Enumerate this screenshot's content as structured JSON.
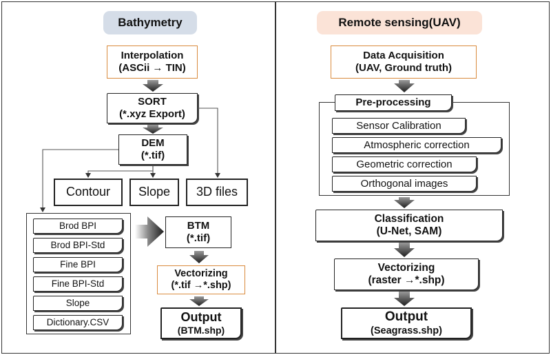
{
  "left": {
    "header": "Bathymetry",
    "interpolation": {
      "title": "Interpolation",
      "sub": "(ASCii → TIN)"
    },
    "sort": {
      "title": "SORT",
      "sub": "(*.xyz Export)"
    },
    "dem": {
      "title": "DEM",
      "sub": "(*.tif)"
    },
    "contour": "Contour",
    "slope": "Slope",
    "files3d": "3D files",
    "bpi_items": [
      "Brod BPI",
      "Brod BPI-Std",
      "Fine BPI",
      "Fine BPI-Std",
      "Slope",
      "Dictionary.CSV"
    ],
    "btm": {
      "title": "BTM",
      "sub": "(*.tif)"
    },
    "vectorizing": {
      "title": "Vectorizing",
      "sub": "(*.tif →*.shp)"
    },
    "output": {
      "title": "Output",
      "sub": "(BTM.shp)"
    }
  },
  "right": {
    "header": "Remote sensing(UAV)",
    "acquisition": {
      "title": "Data Acquisition",
      "sub": "(UAV, Ground truth)"
    },
    "preprocessing": "Pre-processing",
    "steps": [
      "Sensor Calibration",
      "Atmospheric correction",
      "Geometric correction",
      "Orthogonal images"
    ],
    "classification": {
      "title": "Classification",
      "sub": "(U-Net, SAM)"
    },
    "vectorizing": {
      "title": "Vectorizing",
      "sub": "(raster →*.shp)"
    },
    "output": {
      "title": "Output",
      "sub": "(Seagrass.shp)"
    }
  },
  "colors": {
    "left_header_bg": "#d5dde8",
    "right_header_bg": "#fbe3d7",
    "orange_border": "#d98a3c",
    "arrow_dark": "#2e2e2e"
  }
}
